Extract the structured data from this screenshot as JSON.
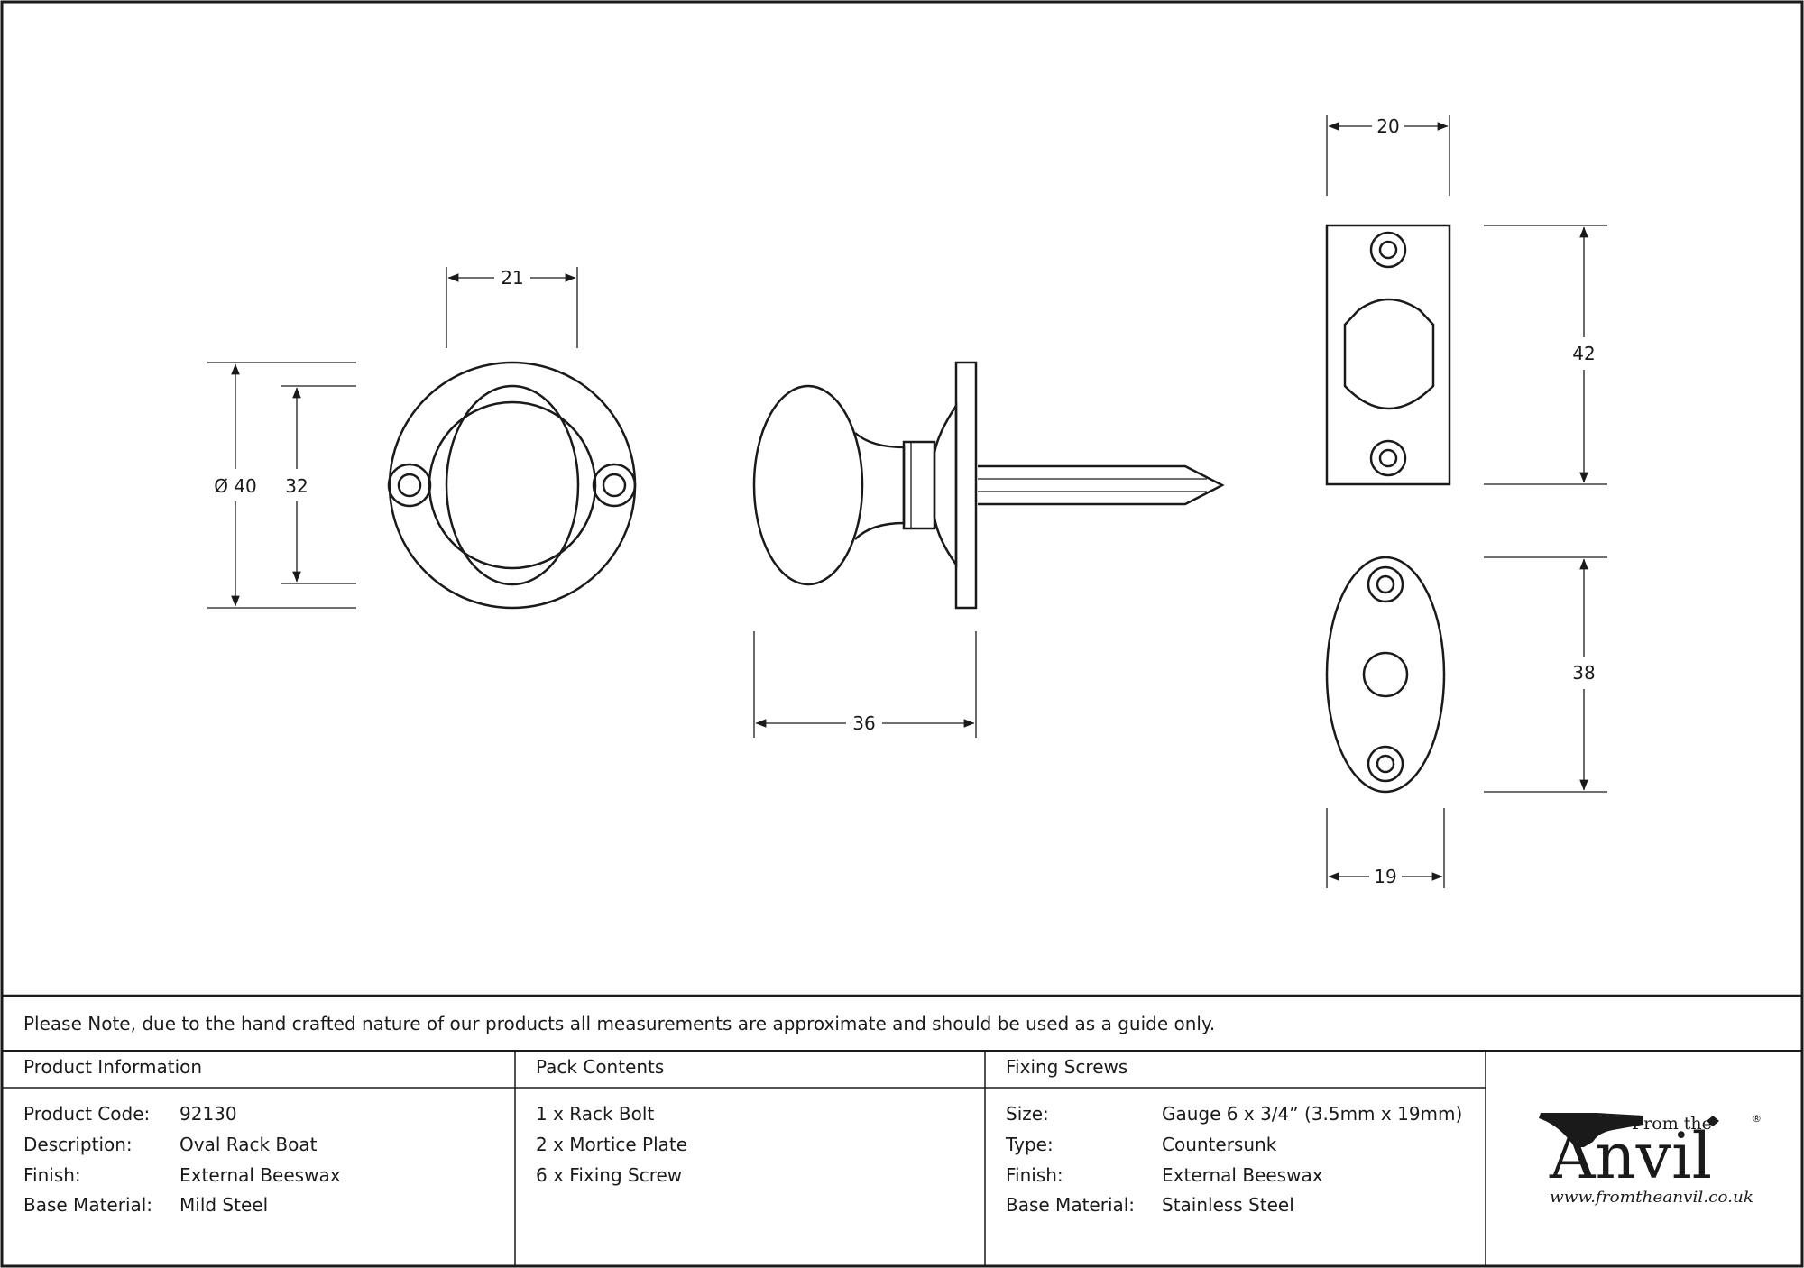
{
  "drawing": {
    "dimensions": {
      "rose_width": "21",
      "rose_outer_diameter": "Ø 40",
      "rose_inner_height": "32",
      "bolt_length": "36",
      "plate_width": "20",
      "plate_height": "42",
      "oval_plate_height": "38",
      "oval_plate_width": "19"
    }
  },
  "note": "Please Note, due to the hand crafted nature of our products all measurements are approximate and should be used as a guide only.",
  "product_information": {
    "heading": "Product Information",
    "rows": [
      {
        "label": "Product Code:",
        "value": "92130"
      },
      {
        "label": "Description:",
        "value": "Oval Rack Boat"
      },
      {
        "label": "Finish:",
        "value": "External Beeswax"
      },
      {
        "label": "Base Material:",
        "value": "Mild Steel"
      }
    ]
  },
  "pack_contents": {
    "heading": "Pack Contents",
    "items": [
      "1 x Rack Bolt",
      "2 x Mortice Plate",
      "6 x Fixing Screw"
    ]
  },
  "fixing_screws": {
    "heading": "Fixing Screws",
    "rows": [
      {
        "label": "Size:",
        "value": "Gauge 6 x 3/4” (3.5mm x 19mm)"
      },
      {
        "label": "Type:",
        "value": "Countersunk"
      },
      {
        "label": "Finish:",
        "value": "External Beeswax"
      },
      {
        "label": "Base Material:",
        "value": "Stainless Steel"
      }
    ]
  },
  "logo": {
    "from_the": "From the",
    "brand": "Anvil",
    "registered": "®",
    "url": "www.fromtheanvil.co.uk"
  },
  "colors": {
    "ink": "#1a1a1a",
    "background": "#ffffff"
  }
}
